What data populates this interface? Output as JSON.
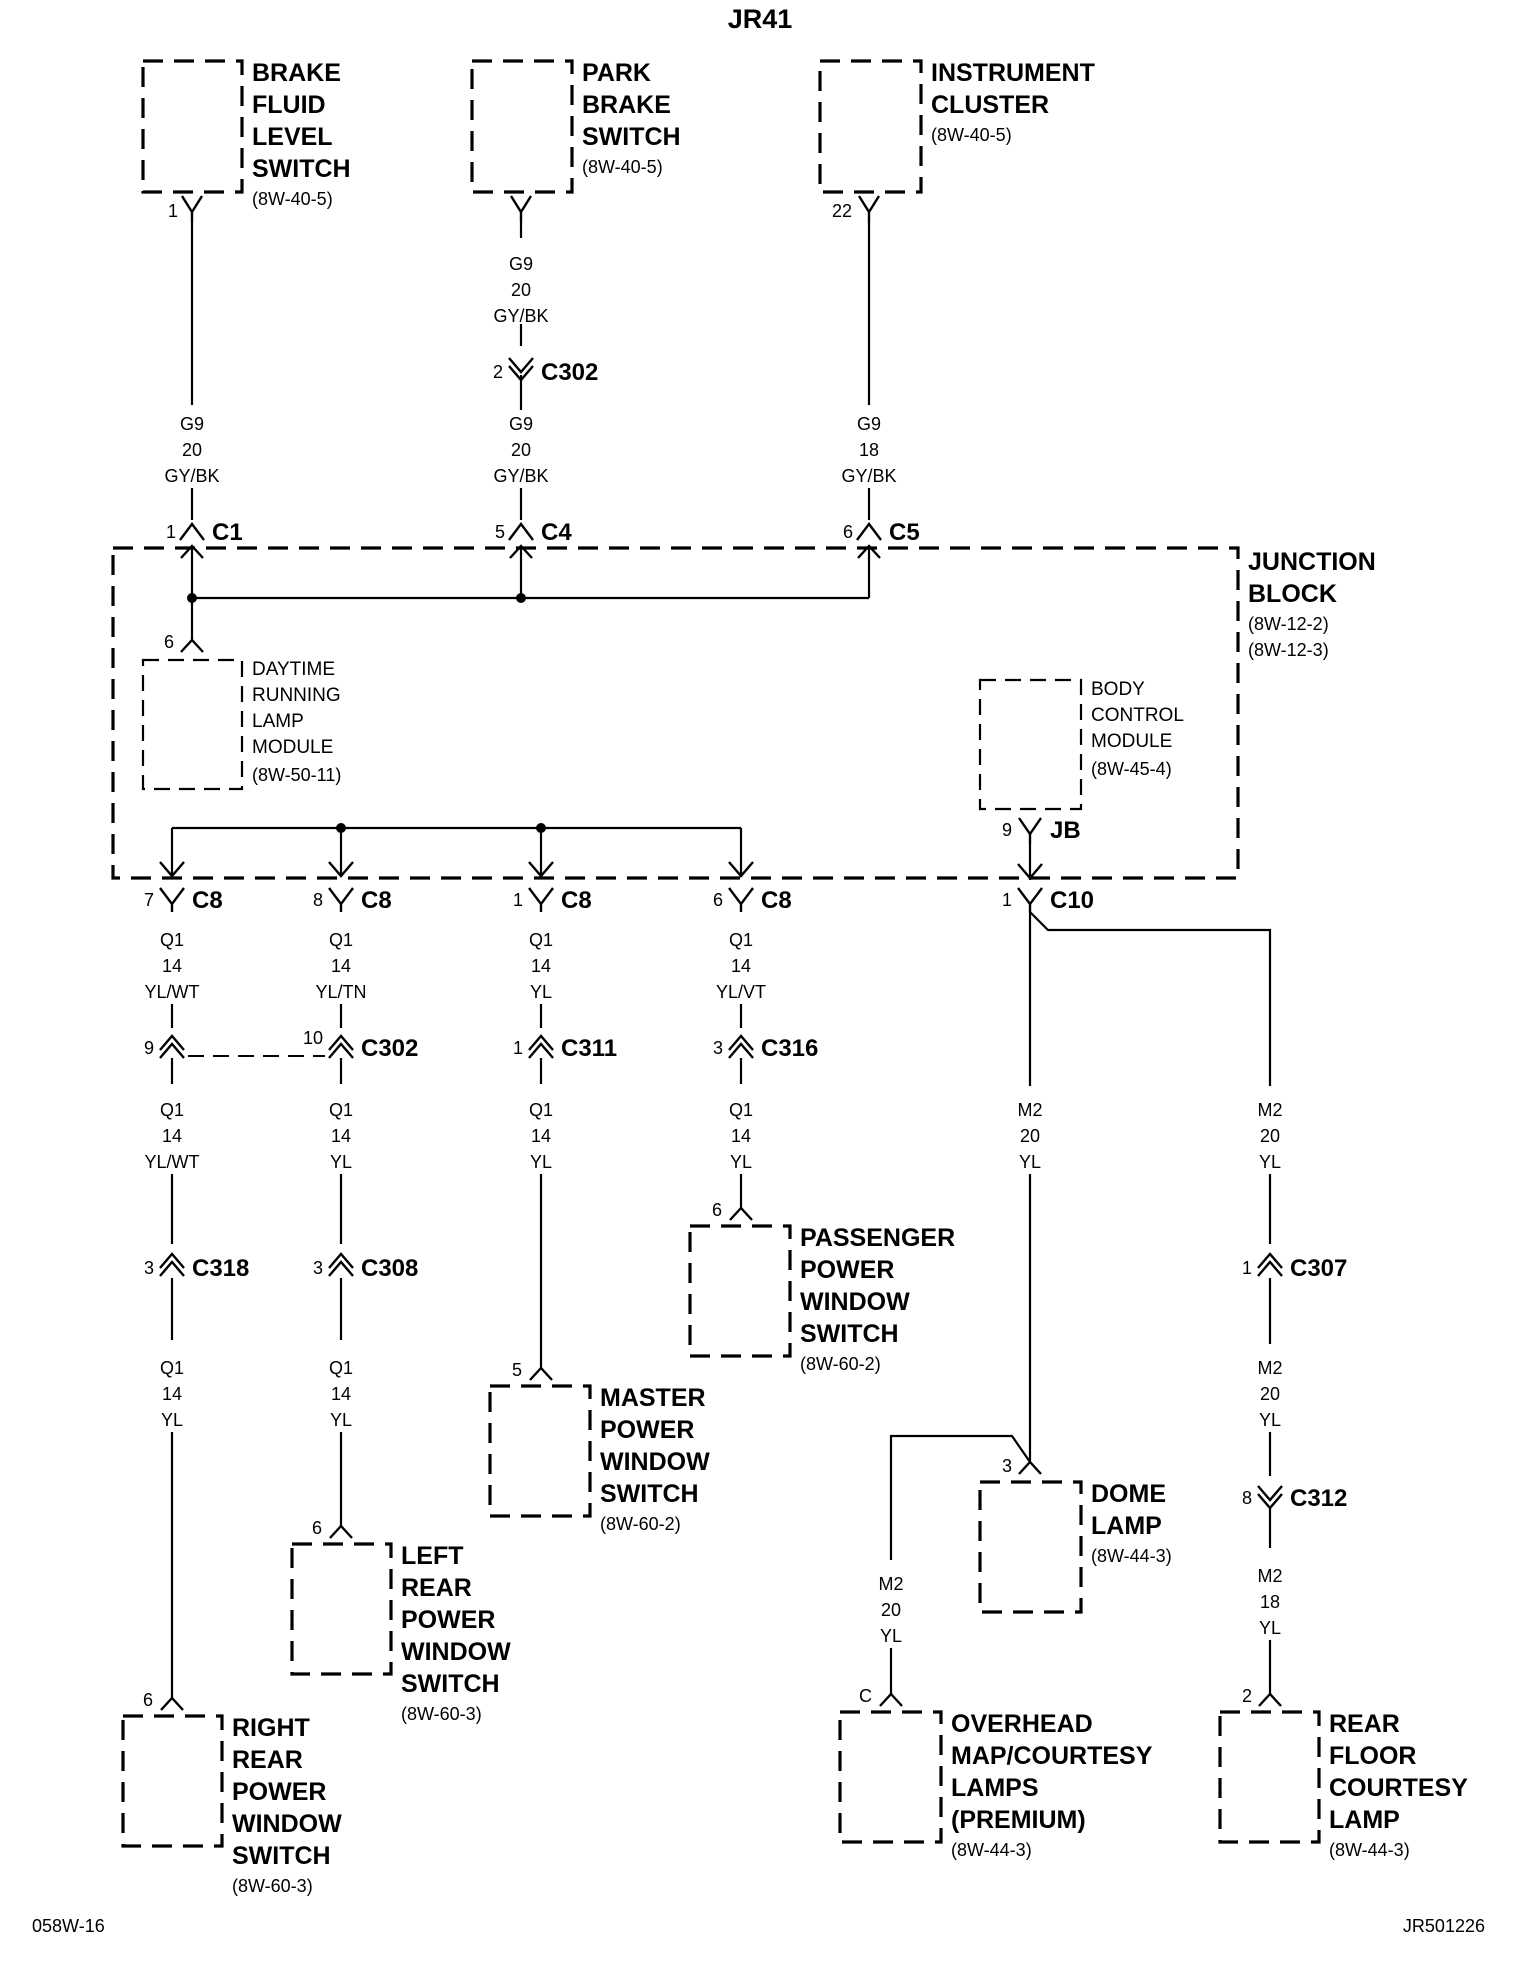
{
  "title": "JR41",
  "footer": {
    "left": "058W-16",
    "right": "JR501226"
  },
  "components": {
    "brake_fluid": {
      "lines": [
        "BRAKE",
        "FLUID",
        "LEVEL",
        "SWITCH"
      ],
      "ref": "(8W-40-5)",
      "pin": "1"
    },
    "park_brake": {
      "lines": [
        "PARK",
        "BRAKE",
        "SWITCH"
      ],
      "ref": "(8W-40-5)"
    },
    "instrument_cluster": {
      "lines": [
        "INSTRUMENT",
        "CLUSTER"
      ],
      "ref": "(8W-40-5)",
      "pin": "22"
    },
    "junction_block": {
      "lines": [
        "JUNCTION",
        "BLOCK"
      ],
      "refs": [
        "(8W-12-2)",
        "(8W-12-3)"
      ]
    },
    "drl_module": {
      "lines": [
        "DAYTIME",
        "RUNNING",
        "LAMP",
        "MODULE"
      ],
      "ref": "(8W-50-11)",
      "pin": "6"
    },
    "bcm": {
      "lines": [
        "BODY",
        "CONTROL",
        "MODULE"
      ],
      "ref": "(8W-45-4)",
      "pin": "9",
      "conn": "JB"
    },
    "passenger_window": {
      "lines": [
        "PASSENGER",
        "POWER",
        "WINDOW",
        "SWITCH"
      ],
      "ref": "(8W-60-2)",
      "pin": "6"
    },
    "master_window": {
      "lines": [
        "MASTER",
        "POWER",
        "WINDOW",
        "SWITCH"
      ],
      "ref": "(8W-60-2)",
      "pin": "5"
    },
    "left_rear_window": {
      "lines": [
        "LEFT",
        "REAR",
        "POWER",
        "WINDOW",
        "SWITCH"
      ],
      "ref": "(8W-60-3)",
      "pin": "6"
    },
    "right_rear_window": {
      "lines": [
        "RIGHT",
        "REAR",
        "POWER",
        "WINDOW",
        "SWITCH"
      ],
      "ref": "(8W-60-3)",
      "pin": "6"
    },
    "dome_lamp": {
      "lines": [
        "DOME",
        "LAMP"
      ],
      "ref": "(8W-44-3)",
      "pin": "3"
    },
    "overhead_lamps": {
      "lines": [
        "OVERHEAD",
        "MAP/COURTESY",
        "LAMPS",
        "(PREMIUM)"
      ],
      "ref": "(8W-44-3)",
      "pin": "C"
    },
    "rear_floor_lamp": {
      "lines": [
        "REAR",
        "FLOOR",
        "COURTESY",
        "LAMP"
      ],
      "ref": "(8W-44-3)",
      "pin": "2"
    }
  },
  "connectors": {
    "c302_top": {
      "name": "C302",
      "pin": "2"
    },
    "c1": {
      "name": "C1",
      "pin": "1"
    },
    "c4": {
      "name": "C4",
      "pin": "5"
    },
    "c5": {
      "name": "C5",
      "pin": "6"
    },
    "c8_a": {
      "name": "C8",
      "pin": "7"
    },
    "c8_b": {
      "name": "C8",
      "pin": "8"
    },
    "c8_c": {
      "name": "C8",
      "pin": "1"
    },
    "c8_d": {
      "name": "C8",
      "pin": "6"
    },
    "c10": {
      "name": "C10",
      "pin": "1"
    },
    "c302_mid": {
      "name": "C302",
      "pin_a": "9",
      "pin_b": "10"
    },
    "c311": {
      "name": "C311",
      "pin": "1"
    },
    "c316": {
      "name": "C316",
      "pin": "3"
    },
    "c318": {
      "name": "C318",
      "pin": "3"
    },
    "c308": {
      "name": "C308",
      "pin": "3"
    },
    "c307": {
      "name": "C307",
      "pin": "1"
    },
    "c312": {
      "name": "C312",
      "pin": "8"
    }
  },
  "wires": {
    "w_park_upper": [
      "G9",
      "20",
      "GY/BK"
    ],
    "w_brake": [
      "G9",
      "20",
      "GY/BK"
    ],
    "w_park_lower": [
      "G9",
      "20",
      "GY/BK"
    ],
    "w_cluster": [
      "G9",
      "18",
      "GY/BK"
    ],
    "w_q1_a1": [
      "Q1",
      "14",
      "YL/WT"
    ],
    "w_q1_b1": [
      "Q1",
      "14",
      "YL/TN"
    ],
    "w_q1_c1": [
      "Q1",
      "14",
      "YL"
    ],
    "w_q1_d1": [
      "Q1",
      "14",
      "YL/VT"
    ],
    "w_q1_a2": [
      "Q1",
      "14",
      "YL/WT"
    ],
    "w_q1_b2": [
      "Q1",
      "14",
      "YL"
    ],
    "w_q1_c2": [
      "Q1",
      "14",
      "YL"
    ],
    "w_q1_d2": [
      "Q1",
      "14",
      "YL"
    ],
    "w_q1_a3": [
      "Q1",
      "14",
      "YL"
    ],
    "w_q1_b3": [
      "Q1",
      "14",
      "YL"
    ],
    "w_m2_dome": [
      "M2",
      "20",
      "YL"
    ],
    "w_m2_right1": [
      "M2",
      "20",
      "YL"
    ],
    "w_m2_right2": [
      "M2",
      "20",
      "YL"
    ],
    "w_m2_overhead": [
      "M2",
      "20",
      "YL"
    ],
    "w_m2_right3": [
      "M2",
      "18",
      "YL"
    ]
  }
}
